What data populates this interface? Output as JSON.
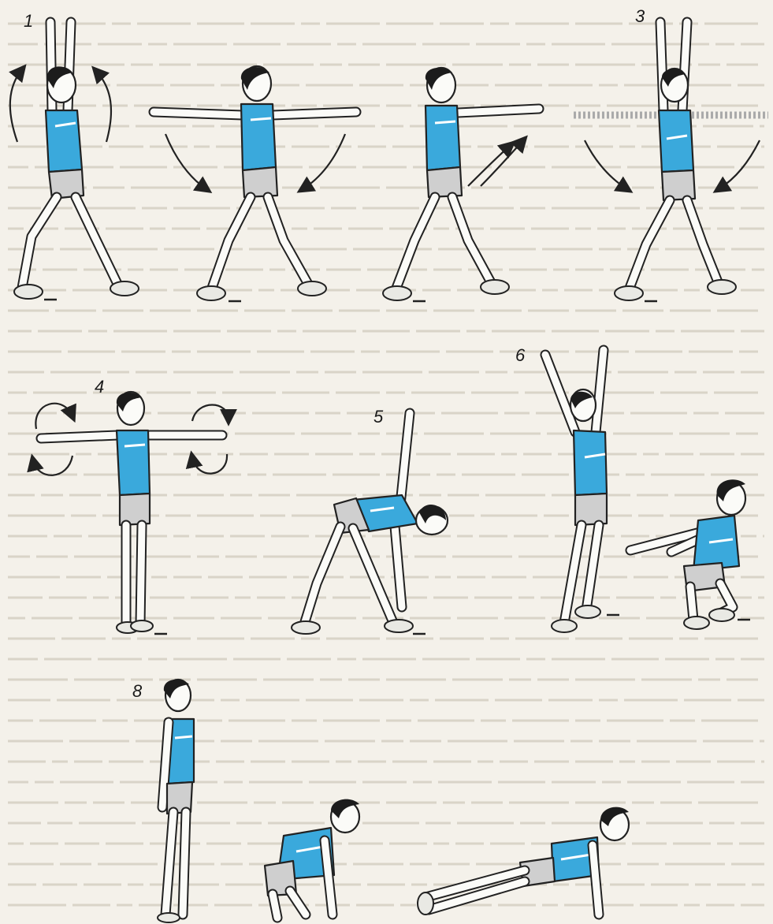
{
  "figures": [
    {
      "id": "exercise-1",
      "label": "1"
    },
    {
      "id": "exercise-3",
      "label": "3"
    },
    {
      "id": "exercise-4",
      "label": "4"
    },
    {
      "id": "exercise-5",
      "label": "5"
    },
    {
      "id": "exercise-6",
      "label": "6"
    },
    {
      "id": "exercise-8",
      "label": "8"
    }
  ],
  "colors": {
    "background": "#f4f1ea",
    "shirt": "#3aa9dc",
    "shorts": "#cfcfcf",
    "outline": "#222222",
    "hair": "#1c1c1c",
    "faded_text": "#d9d4c8"
  }
}
